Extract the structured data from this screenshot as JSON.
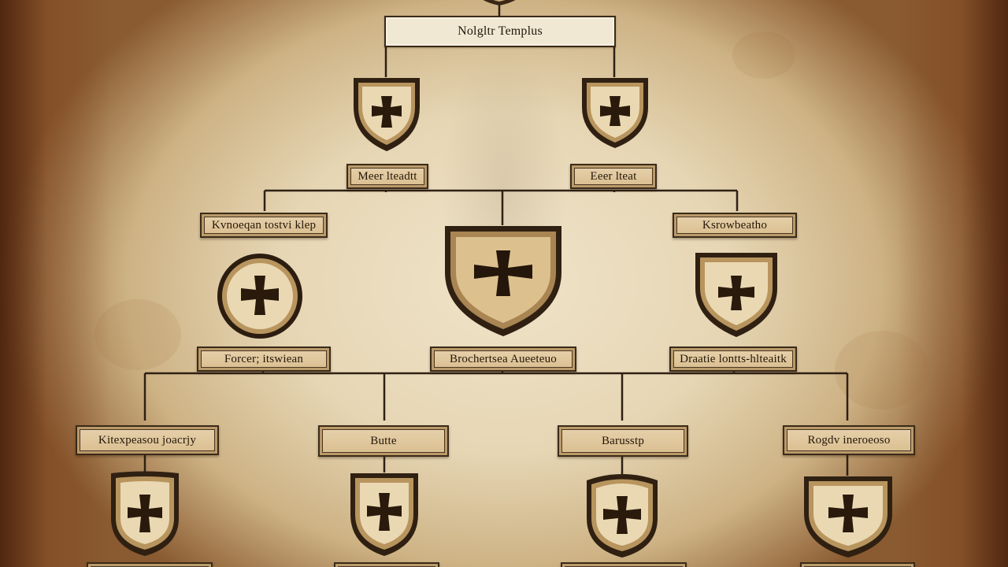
{
  "diagram": {
    "root_label": "Nolgltr Templus",
    "level1": [
      {
        "label": "Meer lteadtt"
      },
      {
        "label": "Eeer lteat"
      }
    ],
    "level2": [
      {
        "label": "Kvnoeqan tostvi klep"
      },
      {
        "label": "Brochertsea Aueeteuo"
      },
      {
        "label": "Ksrowbeatho"
      }
    ],
    "level2_sub": [
      {
        "label": "Forcer; itswiean"
      },
      {
        "label": "Draatie lontts-hlteaitk"
      }
    ],
    "level3": [
      {
        "label": "Kitexpeasou joacrjy"
      },
      {
        "label": "Butte"
      },
      {
        "label": "Barusstp"
      },
      {
        "label": "Rogdv ineroeoso"
      }
    ]
  },
  "colors": {
    "parchment": "#e9dcbf",
    "ink": "#2b1d0e",
    "gold": "#c9a86a",
    "cross": "#2a1a0c"
  },
  "icons": {
    "emblem": "shield-cross-icon",
    "medallion": "round-cross-medallion-icon"
  }
}
